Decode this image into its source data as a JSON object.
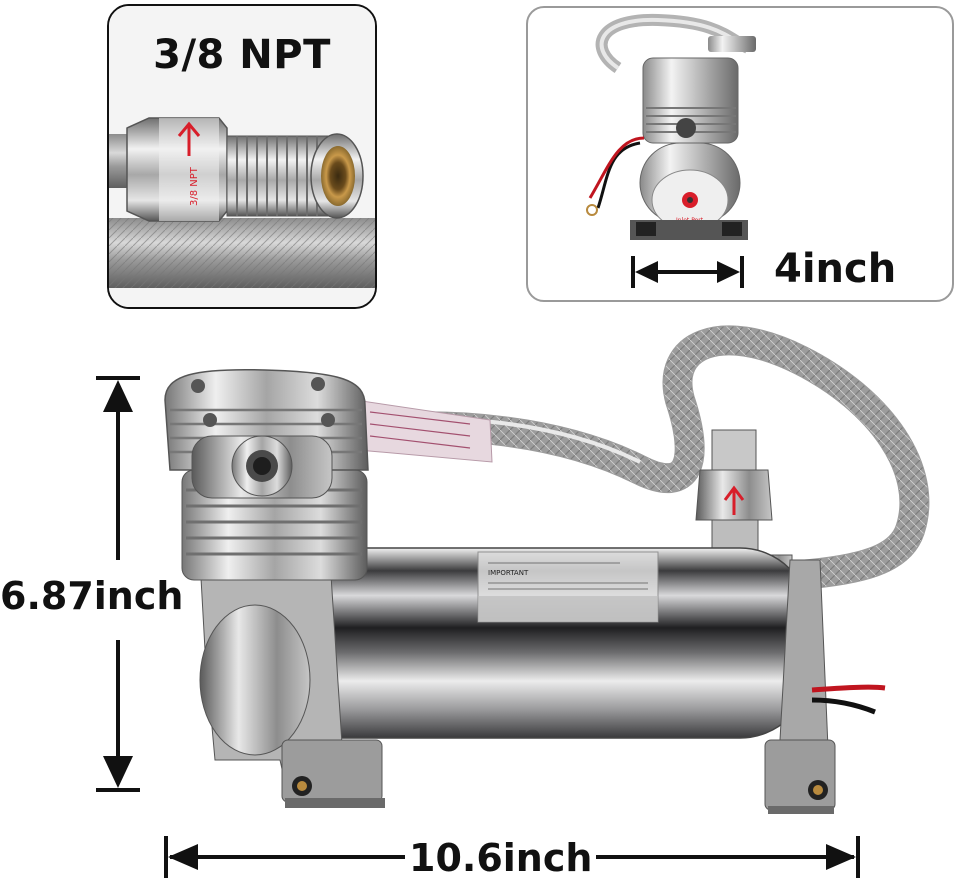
{
  "inset_fitting": {
    "label": "3/8 NPT"
  },
  "inset_overview": {
    "label": "4inch",
    "badge_text": "Inlet Port"
  },
  "main_photo": {
    "height_label": "6.87inch",
    "length_label": "10.6inch",
    "sticker_heading": "IMPORTANT"
  },
  "colors": {
    "chrome_light": "#e9e9ea",
    "chrome_dark": "#2c2c2e",
    "brass": "#b88a3e",
    "red_accent": "#d81e2a",
    "arrow": "#111111",
    "panel_border_dark": "#111111",
    "panel_border_light": "#9a9a9a"
  },
  "icons": [
    "height-dimension-arrow-icon",
    "length-dimension-arrow-icon",
    "width-dimension-arrow-icon"
  ]
}
